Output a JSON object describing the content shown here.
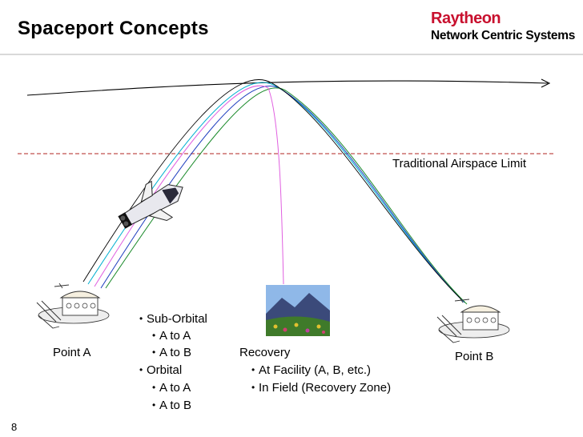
{
  "slide": {
    "title": "Spaceport Concepts",
    "page_number": "8"
  },
  "logo": {
    "brand": "Raytheon",
    "division": "Network Centric Systems"
  },
  "diagram": {
    "airspace_limit_label": "Traditional Airspace Limit",
    "point_a_label": "Point A",
    "point_b_label": "Point B",
    "recovery_label": "Recovery",
    "flight_types": [
      {
        "label": "Sub-Orbital",
        "routes": [
          "A to A",
          "A to B"
        ]
      },
      {
        "label": "Orbital",
        "routes": [
          "A to A",
          "A to B"
        ]
      }
    ],
    "recovery_options": [
      "At Facility (A, B, etc.)",
      "In Field (Recovery Zone)"
    ]
  },
  "colors": {
    "title": "#000000",
    "brand": "#c8102e",
    "airspace_limit_line": "#c0504d",
    "trajectory_cyan": "#00b0d0",
    "trajectory_blue": "#1f3fbf",
    "trajectory_green": "#1a8a2a",
    "trajectory_magenta": "#e060e0"
  },
  "icons": [
    "spaceport-a-icon",
    "spaceport-b-icon",
    "space-plane-icon",
    "recovery-field-image"
  ]
}
